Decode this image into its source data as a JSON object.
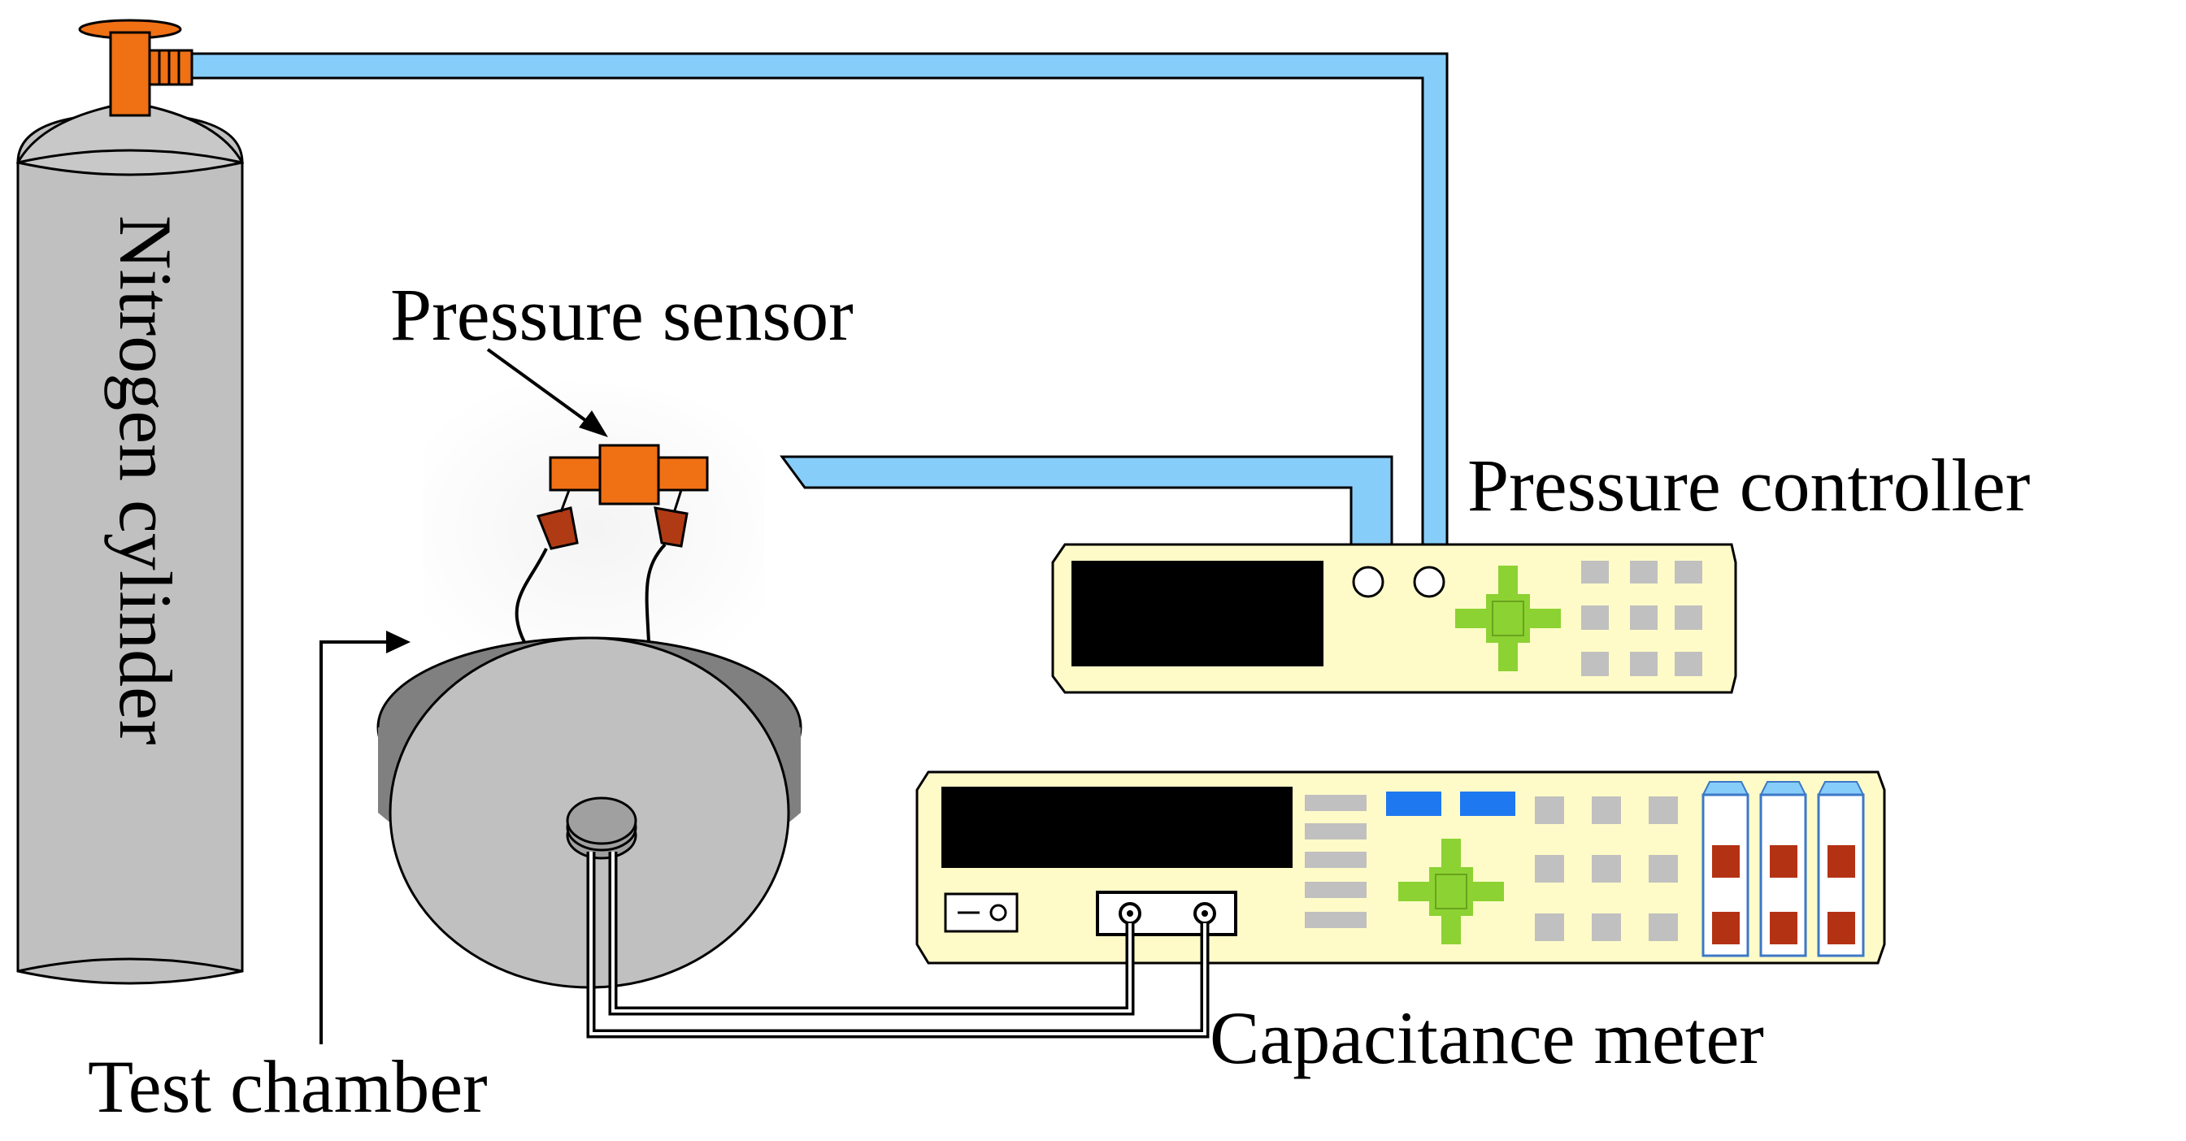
{
  "labels": {
    "nitrogen_cylinder": "Nitrogen cylinder",
    "pressure_sensor": "Pressure sensor",
    "pressure_controller": "Pressure controller",
    "test_chamber": "Test chamber",
    "capacitance_meter": "Capacitance meter"
  },
  "colors": {
    "tube": "#87cdfa",
    "valve": "#f07014",
    "connector": "#b03a14",
    "cylinder": "#c0c0c0",
    "panel": "#fffbc8",
    "display": "#000000",
    "keypad_green": "#8cd232",
    "key_gray": "#c0c0c0",
    "blue_key": "#1e78f0",
    "red_key": "#b43214"
  }
}
